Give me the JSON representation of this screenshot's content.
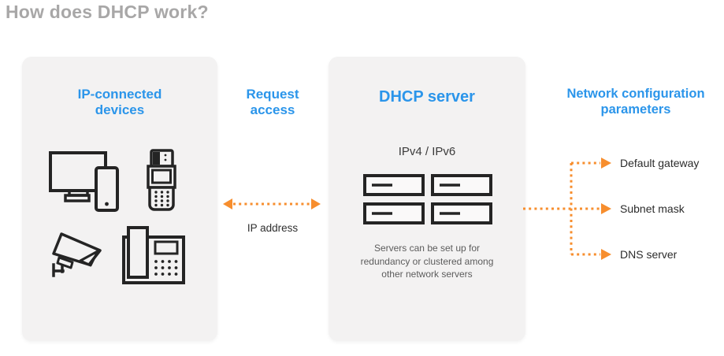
{
  "page": {
    "title": "How does DHCP work?"
  },
  "colors": {
    "accent_blue": "#2b95ea",
    "accent_orange": "#f78e2e",
    "panel_bg": "#f3f2f2",
    "icon_stroke": "#242424",
    "title_gray": "#a8a7a7"
  },
  "devices_panel": {
    "heading": "IP-connected devices",
    "icons": [
      "monitor-and-smartphone-icon",
      "card-payment-terminal-icon",
      "security-camera-icon",
      "voip-desk-phone-icon"
    ]
  },
  "request_flow": {
    "heading": "Request access",
    "ip_label": "IP address"
  },
  "dhcp_panel": {
    "heading": "DHCP server",
    "subheading": "IPv4 / IPv6",
    "caption": "Servers can be set up for redundancy or clustered among other network servers",
    "server_icons": [
      "server-unit-icon",
      "server-unit-icon",
      "server-unit-icon",
      "server-unit-icon"
    ]
  },
  "network_params": {
    "heading": "Network configuration parameters",
    "items": [
      "Default gateway",
      "Subnet mask",
      "DNS server"
    ]
  }
}
